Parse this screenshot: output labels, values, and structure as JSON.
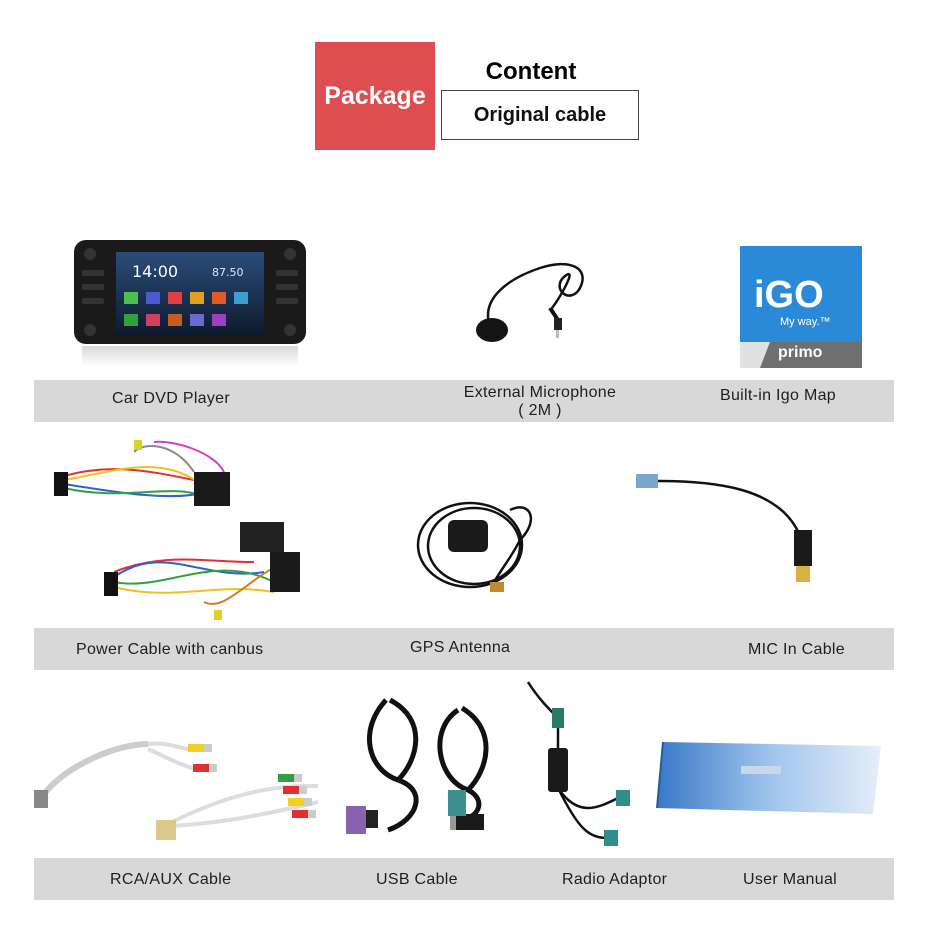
{
  "header": {
    "package": "Package",
    "content_title": "Content",
    "content_value": "Original cable"
  },
  "items": [
    {
      "label": "Car DVD Player",
      "icon": "car-dvd-player-icon"
    },
    {
      "label": "External Microphone",
      "sub": "( 2M )",
      "icon": "microphone-icon"
    },
    {
      "label": "Built-in Igo Map",
      "icon": "igo-map-icon"
    },
    {
      "label": "Power Cable with canbus",
      "icon": "power-cable-icon"
    },
    {
      "label": "GPS Antenna",
      "icon": "gps-antenna-icon"
    },
    {
      "label": "MIC In Cable",
      "icon": "mic-in-cable-icon"
    },
    {
      "label": "RCA/AUX Cable",
      "icon": "rca-aux-cable-icon"
    },
    {
      "label": "USB Cable",
      "icon": "usb-cable-icon"
    },
    {
      "label": "Radio Adaptor",
      "icon": "radio-adaptor-icon"
    },
    {
      "label": "User Manual",
      "icon": "user-manual-icon"
    }
  ],
  "dvd_screen": {
    "time": "14:00",
    "freq": "87.50"
  },
  "igo_logo": {
    "brand": "iGO",
    "tagline": "My way.™",
    "edition": "primo"
  },
  "colors": {
    "package": "#de4d50",
    "band": "#d8d8d8",
    "igo_blue": "#1b78c8"
  }
}
